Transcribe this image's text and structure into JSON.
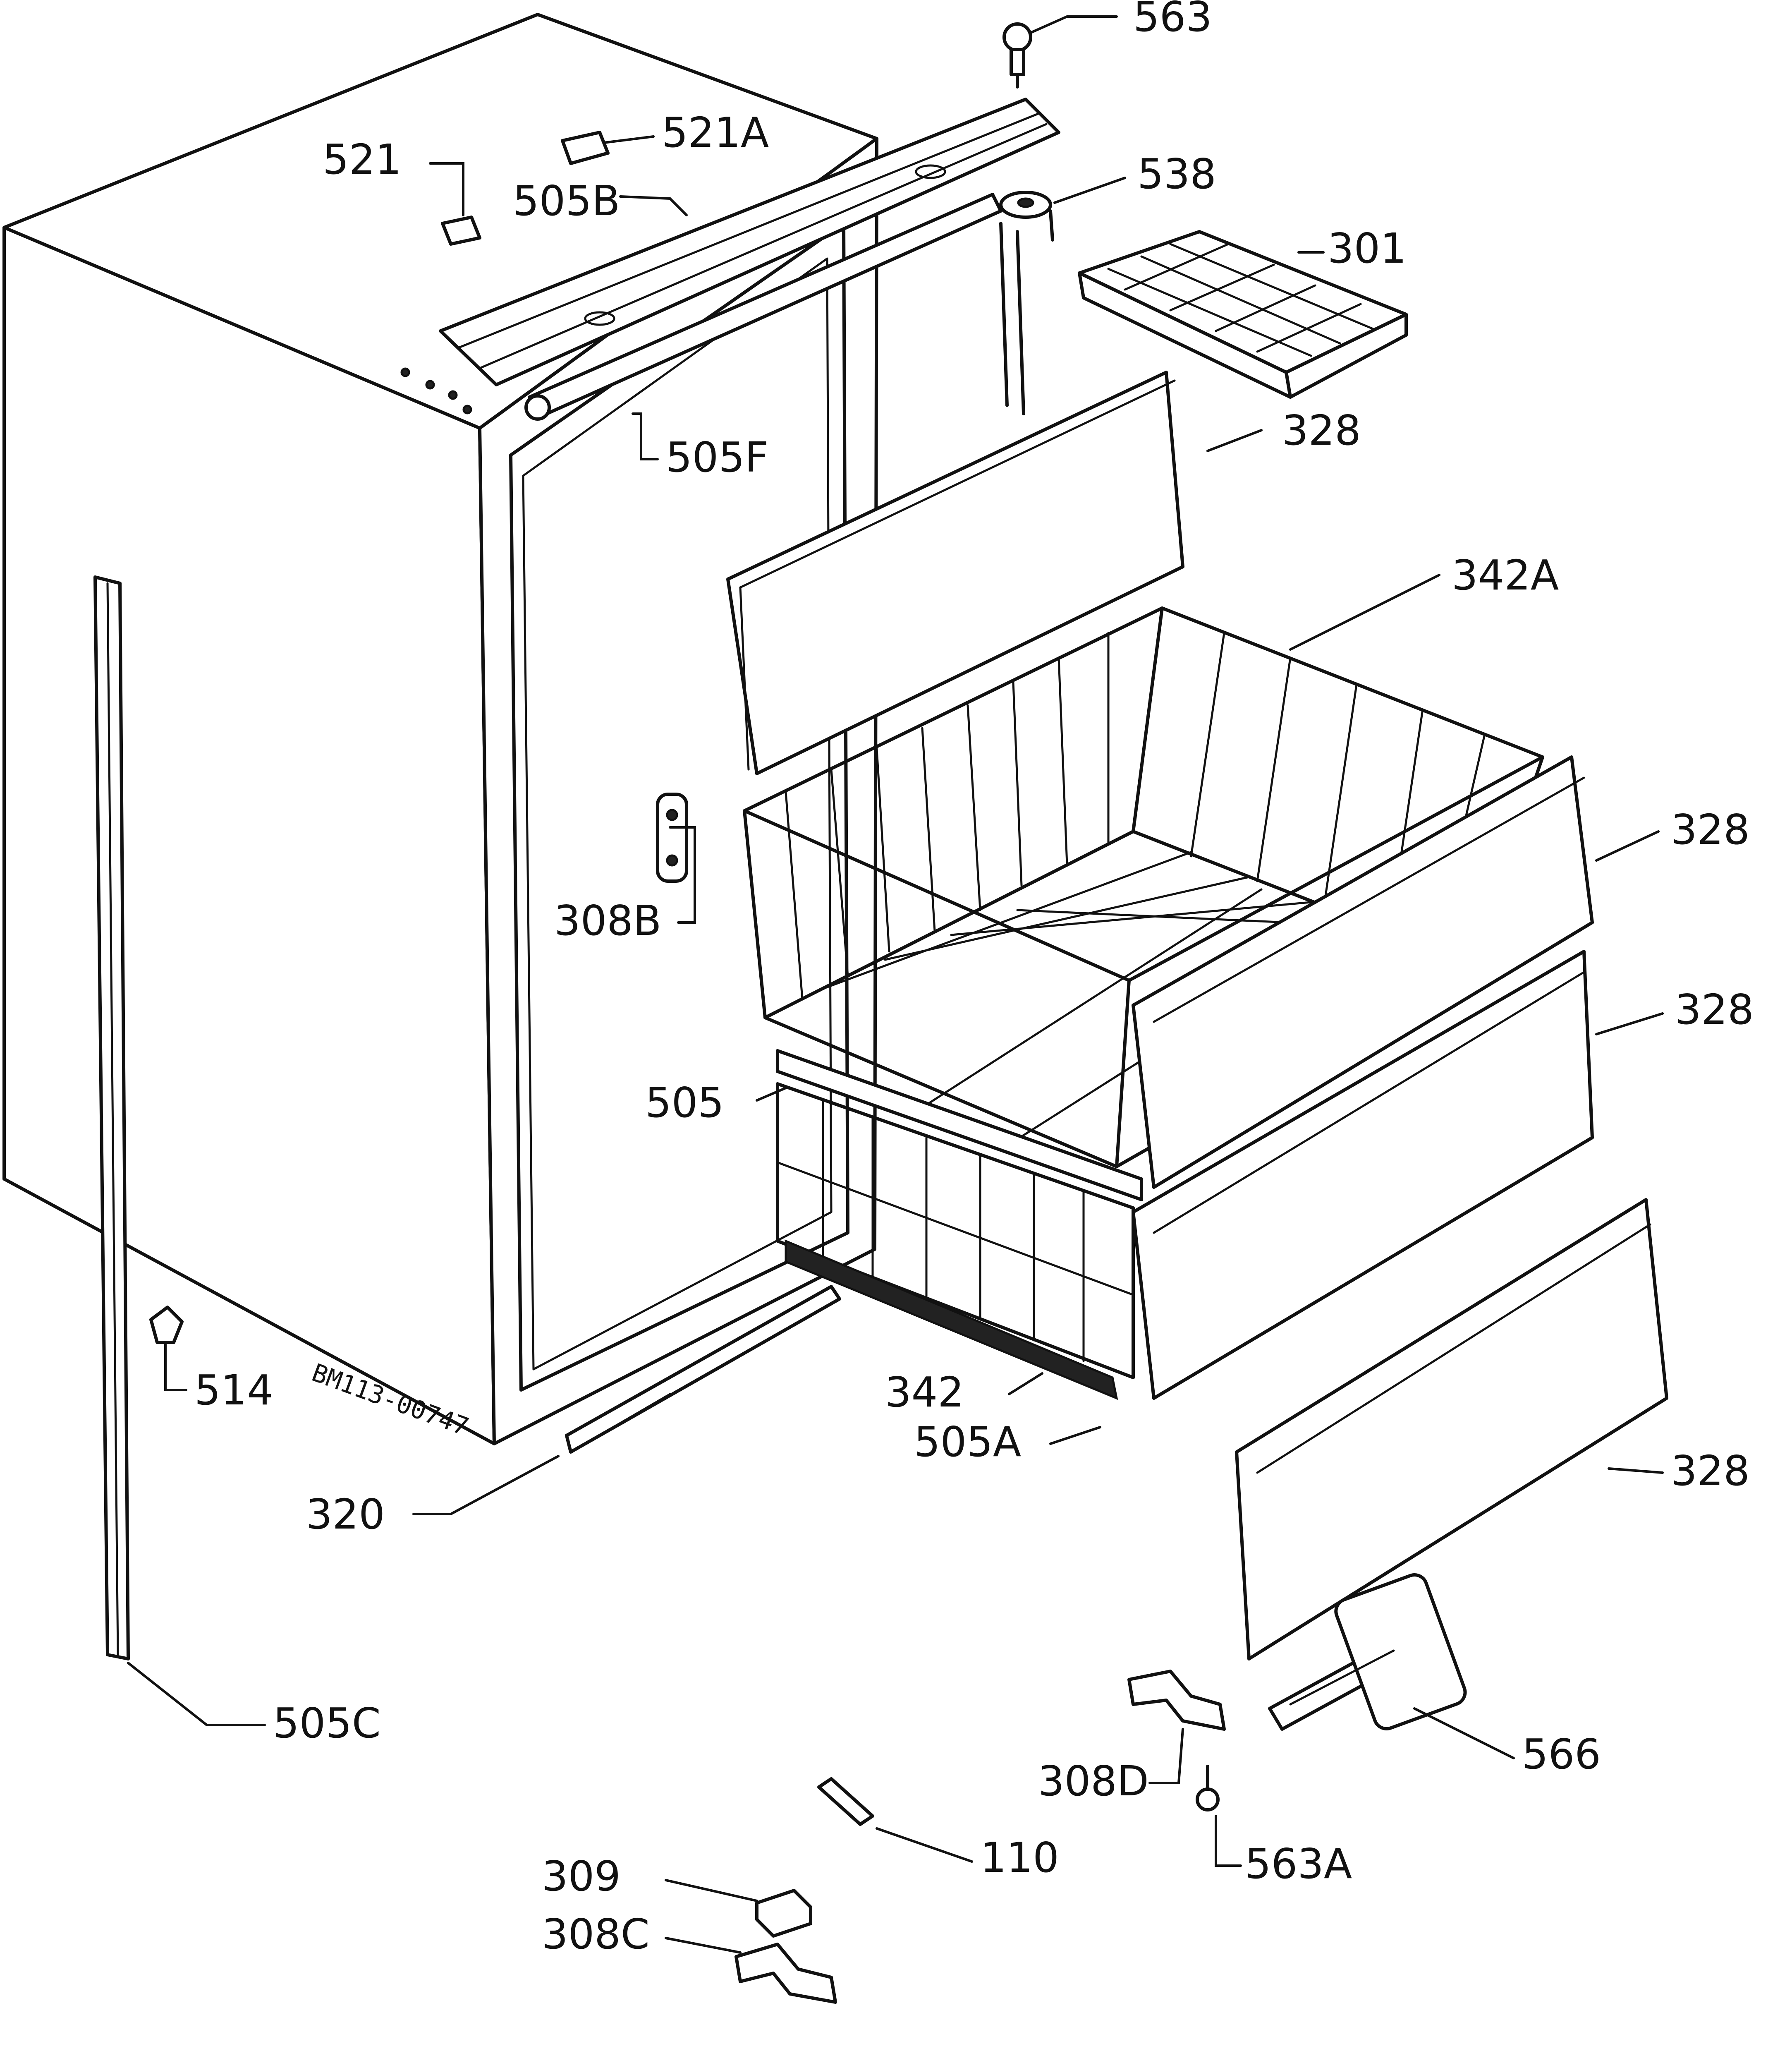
{
  "labels": {
    "p563": "563",
    "p521a": "521A",
    "p521": "521",
    "p505b": "505B",
    "p538": "538",
    "p301": "301",
    "p328_top": "328",
    "p505f": "505F",
    "p342a": "342A",
    "p328_r1": "328",
    "p328_r2": "328",
    "p308b": "308B",
    "p505": "505",
    "p514": "514",
    "p342": "342",
    "p505a": "505A",
    "p320": "320",
    "p328_bottom": "328",
    "p505c": "505C",
    "p566": "566",
    "p308d": "308D",
    "p563a": "563A",
    "p110": "110",
    "p309": "309",
    "p308c": "308C"
  },
  "stamp": "BM113-00747"
}
